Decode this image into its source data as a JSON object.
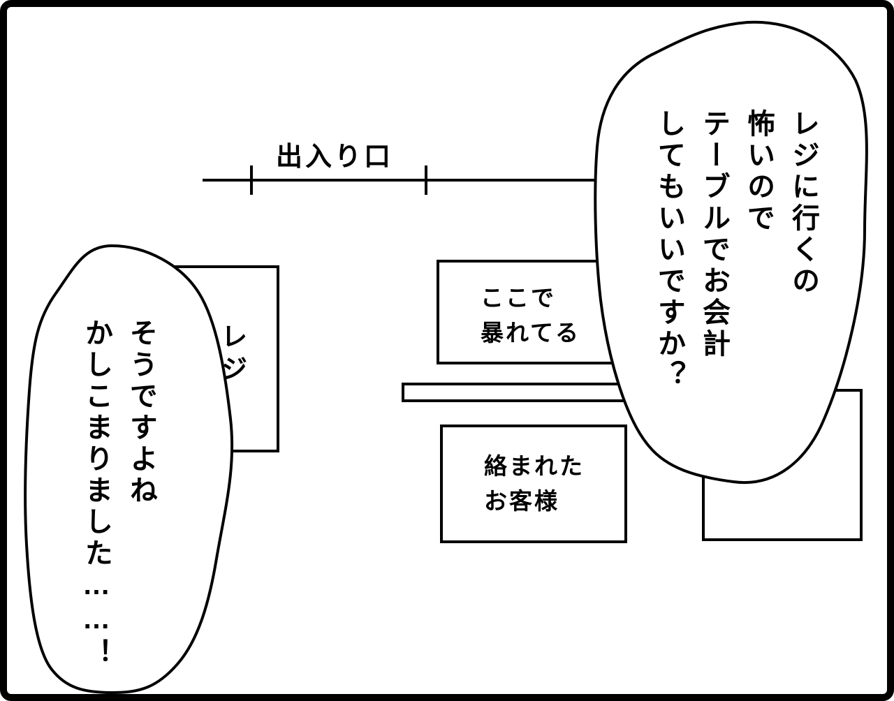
{
  "panel": {
    "entrance": {
      "label": "出入り口"
    },
    "register": {
      "label": "レジ"
    },
    "rowdy_box": {
      "line1": "ここで",
      "line2": "暴れてる"
    },
    "customer_box": {
      "line1": "絡まれた",
      "line2": "お客様"
    },
    "right_bubble": {
      "lines": [
        "レジに行くの",
        "怖いので",
        "テーブルでお会計",
        "してもいいですか？"
      ]
    },
    "left_bubble": {
      "lines": [
        "そうですよね",
        "かしこまりました……！"
      ]
    },
    "colors": {
      "ink": "#000000",
      "paper": "#ffffff"
    }
  }
}
